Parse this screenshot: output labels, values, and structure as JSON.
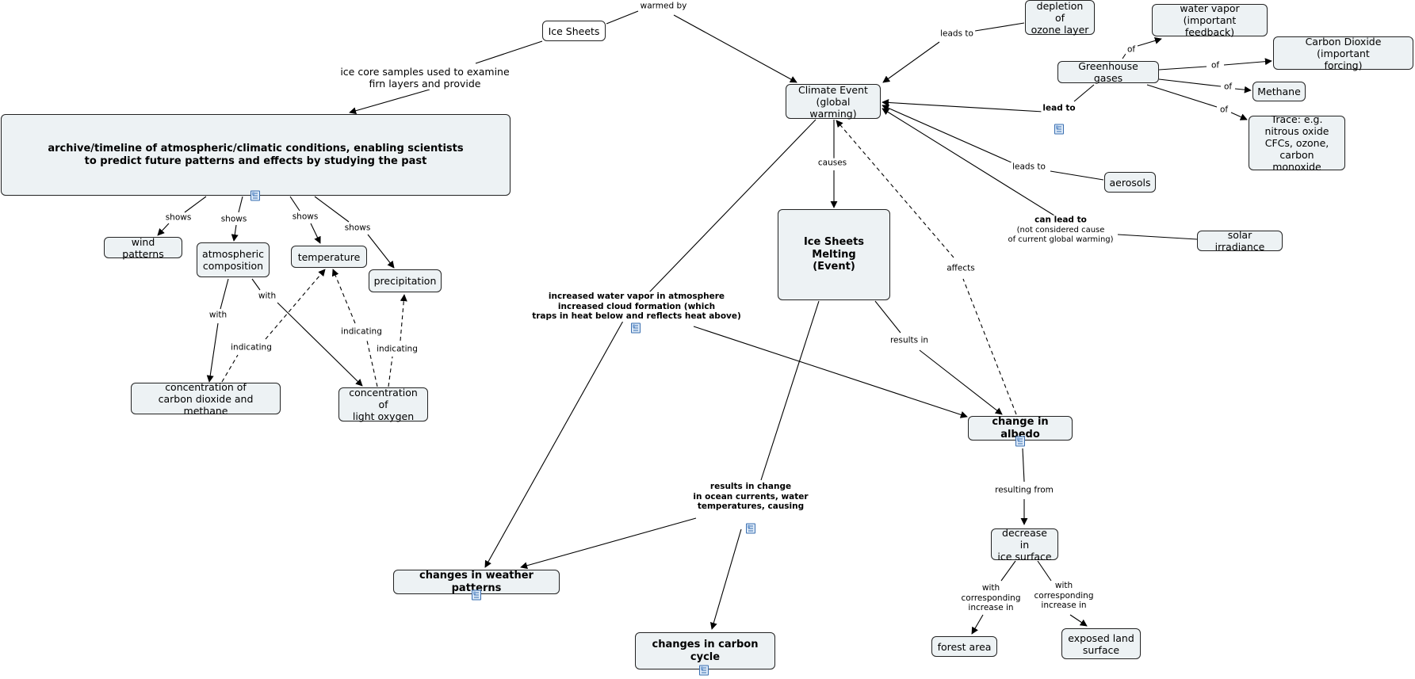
{
  "nodes": {
    "ice_sheets": "Ice Sheets",
    "archive": "archive/timeline of atmospheric/climatic conditions, enabling scientists\nto predict future patterns and effects by studying the past",
    "wind_patterns": "wind patterns",
    "atmospheric_composition": "atmospheric\ncomposition",
    "temperature": "temperature",
    "precipitation": "precipitation",
    "co2_methane": "concentration of\ncarbon dioxide and methane",
    "light_oxygen": "concentration of\nlight oxygen",
    "climate_event": "Climate Event\n(global warming)",
    "ice_sheets_melting": "Ice Sheets Melting\n(Event)",
    "depletion_ozone": "depletion of\nozone layer",
    "greenhouse_gases": "Greenhouse gases",
    "water_vapor": "water vapor\n(important feedback)",
    "carbon_dioxide": "Carbon Dioxide (important\nforcing)",
    "methane": "Methane",
    "trace": "Trace: e.g.\nnitrous oxide\nCFCs, ozone,\ncarbon monoxide",
    "aerosols": "aerosols",
    "solar_irradiance": "solar irradiance",
    "change_albedo": "change in albedo",
    "decrease_ice": "decrease in\nice surface",
    "forest_area": "forest area",
    "exposed_land": "exposed land\nsurface",
    "weather_patterns": "changes in weather patterns",
    "carbon_cycle": "changes in carbon cycle"
  },
  "labels": {
    "warmed_by": "warmed by",
    "ice_core": "ice core samples used to examine\nfirn layers and provide",
    "shows_1": "shows",
    "shows_2": "shows",
    "shows_3": "shows",
    "shows_4": "shows",
    "with_1": "with",
    "with_2": "with",
    "indicating_1": "indicating",
    "indicating_2": "indicating",
    "indicating_3": "indicating",
    "leads_to_ozone": "leads to",
    "lead_to_ghg": "lead to",
    "of_1": "of",
    "of_2": "of",
    "of_3": "of",
    "of_4": "of",
    "leads_to_aerosols": "leads to",
    "can_lead_to": "can lead to",
    "can_lead_to_note": "(not considered cause\nof current global warming)",
    "causes": "causes",
    "affects": "affects",
    "results_in": "results in",
    "water_vapor_link": "increased water vapor in atmosphere\nincreased cloud formation (which\ntraps in heat below and reflects heat above)",
    "ocean_link": "results in change\nin ocean currents, water\ntemperatures, causing",
    "resulting_from": "resulting from",
    "with_corresponding_1": "with\ncorresponding\nincrease in",
    "with_corresponding_2": "with\ncorresponding\nincrease in"
  },
  "icons": [
    "resource-document-icon"
  ]
}
